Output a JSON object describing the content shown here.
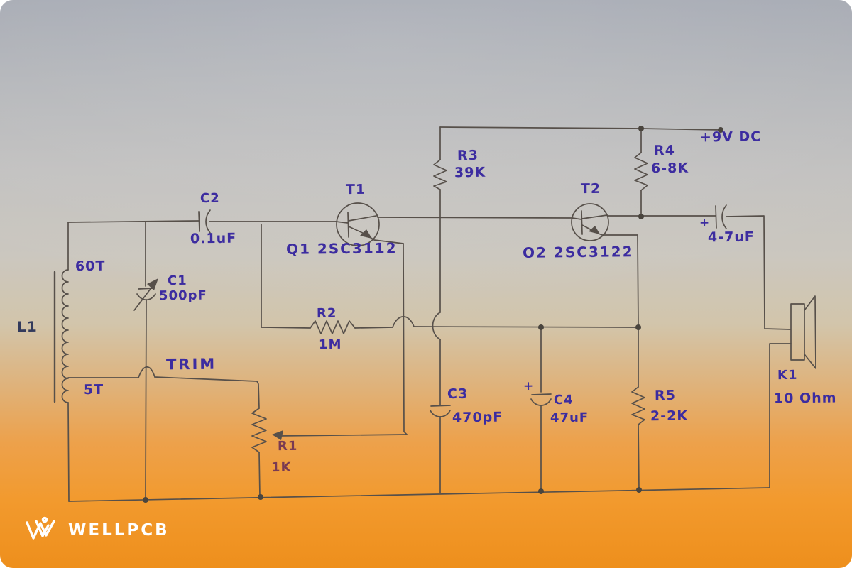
{
  "labels": {
    "power": "+9V DC",
    "l1_ref": "L1",
    "l1_primary": "60T",
    "l1_secondary": "5T",
    "trim": "TRIM",
    "c1_ref": "C1",
    "c1_value": "500pF",
    "c2_ref": "C2",
    "c2_value": "0.1uF",
    "c3_ref": "C3",
    "c3_value": "470pF",
    "c4_ref": "C4",
    "c4_value": "47uF",
    "c4_polarity": "+",
    "cout_value": "4-7uF",
    "cout_polarity": "+",
    "r1_ref": "R1",
    "r1_value": "1K",
    "r2_ref": "R2",
    "r2_value": "1M",
    "r3_ref": "R3",
    "r3_value": "39K",
    "r4_ref": "R4",
    "r4_value": "6-8K",
    "r5_ref": "R5",
    "r5_value": "2-2K",
    "t1_ref": "T1",
    "t1_part": "Q1 2SC3112",
    "t2_ref": "T2",
    "t2_part": "O2 2SC3122",
    "k1_ref": "K1",
    "k1_value": "10 Ohm"
  },
  "watermark": {
    "brand": "WELLPCB"
  },
  "colors": {
    "ink": "#3c2ca0",
    "ink_warm": "#7a3a52",
    "pencil": "#57504a",
    "paper_top": "#a7abb4",
    "paper_bottom": "#ee8f1c"
  }
}
